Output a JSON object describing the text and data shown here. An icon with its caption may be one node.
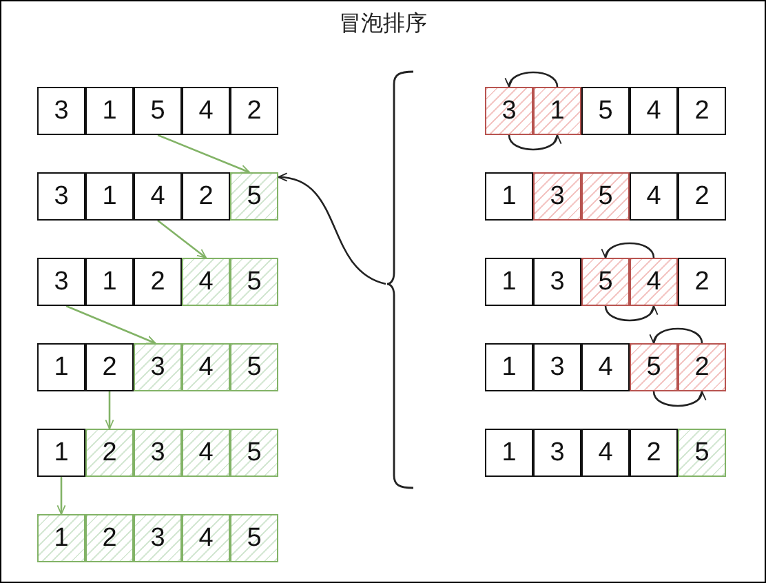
{
  "diagram": {
    "title": "冒泡排序",
    "nodes": [
      {
        "text": [
          "3"
        ]
      },
      {
        "text": [
          "1"
        ]
      },
      {
        "text": [
          "5"
        ]
      },
      {
        "text": [
          "4"
        ]
      },
      {
        "text": [
          "2"
        ]
      },
      {
        "text": [
          "3"
        ]
      },
      {
        "text": [
          "1"
        ]
      },
      {
        "text": [
          "4"
        ]
      },
      {
        "text": [
          "2"
        ]
      },
      {
        "text": [
          "5"
        ]
      },
      {
        "text": [
          "3"
        ]
      },
      {
        "text": [
          "1"
        ]
      },
      {
        "text": [
          "2"
        ]
      },
      {
        "text": [
          "4"
        ]
      },
      {
        "text": [
          "5"
        ]
      },
      {
        "text": [
          "1"
        ]
      },
      {
        "text": [
          "2"
        ]
      },
      {
        "text": [
          "3"
        ]
      },
      {
        "text": [
          "4"
        ]
      },
      {
        "text": [
          "5"
        ]
      },
      {
        "text": [
          "1"
        ]
      },
      {
        "text": [
          "2"
        ]
      },
      {
        "text": [
          "3"
        ]
      },
      {
        "text": [
          "4"
        ]
      },
      {
        "text": [
          "5"
        ]
      },
      {
        "text": [
          "1"
        ]
      },
      {
        "text": [
          "2"
        ]
      },
      {
        "text": [
          "3"
        ]
      },
      {
        "text": [
          "4"
        ]
      },
      {
        "text": [
          "5"
        ]
      },
      {
        "text": [
          "3"
        ]
      },
      {
        "text": [
          "1"
        ]
      },
      {
        "text": [
          "5"
        ]
      },
      {
        "text": [
          "4"
        ]
      },
      {
        "text": [
          "2"
        ]
      },
      {
        "text": [
          "1"
        ]
      },
      {
        "text": [
          "3"
        ]
      },
      {
        "text": [
          "5"
        ]
      },
      {
        "text": [
          "4"
        ]
      },
      {
        "text": [
          "2"
        ]
      },
      {
        "text": [
          "1"
        ]
      },
      {
        "text": [
          "3"
        ]
      },
      {
        "text": [
          "5"
        ]
      },
      {
        "text": [
          "4"
        ]
      },
      {
        "text": [
          "2"
        ]
      },
      {
        "text": [
          "1"
        ]
      },
      {
        "text": [
          "3"
        ]
      },
      {
        "text": [
          "4"
        ]
      },
      {
        "text": [
          "5"
        ]
      },
      {
        "text": [
          "2"
        ]
      },
      {
        "text": [
          "1"
        ]
      },
      {
        "text": [
          "3"
        ]
      },
      {
        "text": [
          "4"
        ]
      },
      {
        "text": [
          "2"
        ]
      },
      {
        "text": [
          "5"
        ]
      },
      {
        "text": [],
        "shape": "brace"
      }
    ],
    "edges": [
      {
        "from": 2,
        "to": 9,
        "arrow": "to",
        "color": "#82b366"
      },
      {
        "from": 7,
        "to": 13,
        "arrow": "to",
        "color": "#82b366"
      },
      {
        "from": 10,
        "to": 17,
        "arrow": "to",
        "color": "#82b366"
      },
      {
        "from": 16,
        "to": 21,
        "arrow": "to",
        "color": "#82b366"
      },
      {
        "from": 20,
        "to": 25,
        "arrow": "to",
        "color": "#82b366"
      },
      {
        "from": 31,
        "to": 30,
        "arrow": "to"
      },
      {
        "from": 30,
        "to": 31,
        "arrow": "to"
      },
      {
        "from": 43,
        "to": 42,
        "arrow": "to"
      },
      {
        "from": 42,
        "to": 43,
        "arrow": "to"
      },
      {
        "from": 49,
        "to": 48,
        "arrow": "to"
      },
      {
        "from": 48,
        "to": 49,
        "arrow": "to"
      },
      {
        "from": 55,
        "to": 9,
        "arrow": "to"
      }
    ]
  }
}
